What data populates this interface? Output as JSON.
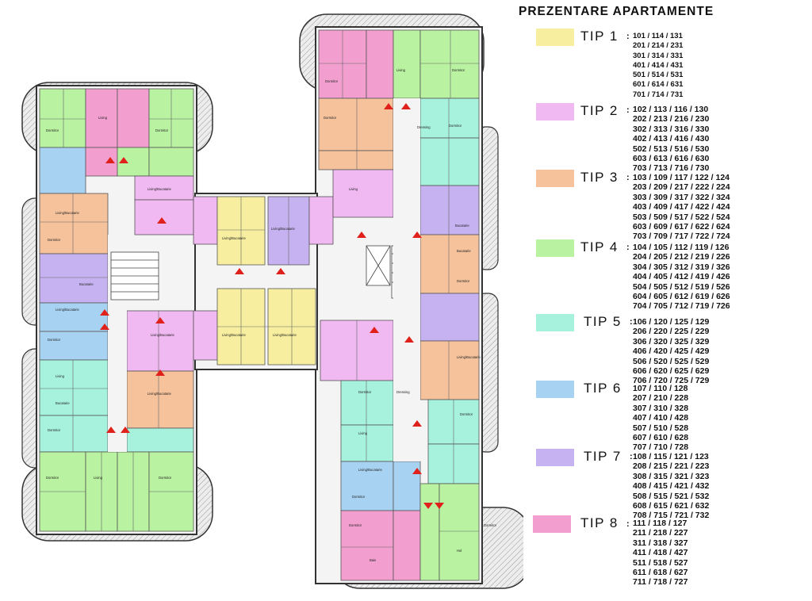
{
  "legend": {
    "title": "PREZENTARE APARTAMENTE",
    "entries": [
      {
        "label": "TIP 1",
        "color": "#f7ef9f",
        "units": [
          "101 / 114 / 131",
          "201 / 214 / 231",
          "301 / 314 / 331",
          "401 / 414 / 431",
          "501 / 514 / 531",
          "601 / 614 / 631",
          "701 / 714 / 731"
        ]
      },
      {
        "label": "TIP 2",
        "color": "#f0b9f2",
        "units": [
          "102 / 113 / 116 / 130",
          "202 / 213 / 216 / 230",
          "302 / 313 / 316 / 330",
          "402 / 413 / 416 / 430",
          "502 / 513 / 516 / 530",
          "603 / 613 / 616 / 630",
          "703 / 713 / 716 / 730"
        ]
      },
      {
        "label": "TIP 3",
        "color": "#f5c29c",
        "units": [
          "103 / 109 / 117 / 122 / 124",
          "203 / 209 / 217 / 222 / 224",
          "303 / 309 / 317 / 322 / 324",
          "403 / 409 / 417 / 422 / 424",
          "503 / 509 / 517 / 522 / 524",
          "603 / 609 / 617 / 622 / 624",
          "703 / 709 / 717 / 722 / 724"
        ]
      },
      {
        "label": "TIP 4",
        "color": "#b9f2a0",
        "units": [
          "104 / 105 / 112 / 119 / 126",
          "204 / 205 / 212 / 219 / 226",
          "304 / 305 / 312 / 319 / 326",
          "404 / 405 / 412 / 419 / 426",
          "504 / 505 / 512 / 519 / 526",
          "604 / 605 / 612 / 619 / 626",
          "704 / 705 / 712 / 719 / 726"
        ]
      },
      {
        "label": "TIP 5",
        "color": "#a7f2dc",
        "units": [
          "106 / 120 / 125 / 129",
          "206 / 220 / 225 / 229",
          "306 / 320 / 325 / 329",
          "406 / 420 / 425 / 429",
          "506 / 520 / 525 / 529",
          "606 / 620 / 625 / 629",
          "706 / 720 / 725 / 729"
        ]
      },
      {
        "label": "TIP 6",
        "color": "#a8d2f2",
        "units": [
          "107 / 110 / 128",
          "207 / 210 / 228",
          "307 / 310 / 328",
          "407 / 410 / 428",
          "507 / 510 / 528",
          "607 / 610 / 628",
          "707 / 710 / 728"
        ]
      },
      {
        "label": "TIP 7",
        "color": "#c6b2f0",
        "units": [
          "108 / 115 / 121 / 123",
          "208 / 215 / 221 / 223",
          "308 / 315 / 321 / 323",
          "408 / 415 / 421 / 432",
          "508 / 515 / 521 / 532",
          "608 / 615 / 621 / 632",
          "708 / 715 / 721 / 732"
        ]
      },
      {
        "label": "TIP 8",
        "color": "#f29fcf",
        "units": [
          "111 / 118 / 127",
          "211 / 218 / 227",
          "311 / 318 / 327",
          "411 / 418 / 427",
          "511 / 518 / 527",
          "611 / 618 / 627",
          "711 / 718 / 727"
        ]
      }
    ]
  },
  "plan": {
    "room_labels": [
      "Dormitor",
      "Living",
      "Baie",
      "Hol",
      "Dressing",
      "Bucatarie",
      "Living/Bucatarie"
    ]
  }
}
